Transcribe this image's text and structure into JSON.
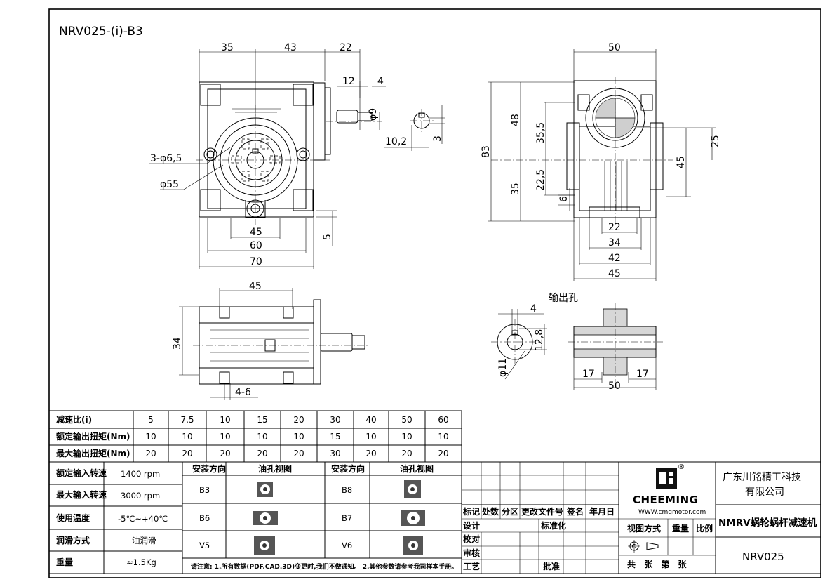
{
  "title": "NRV025-(i)-B3",
  "front_view": {
    "dims_top": [
      "35",
      "43",
      "22"
    ],
    "dim_12": "12",
    "dim_4": "4",
    "dim_phi9": "φ9",
    "dim_3": "3",
    "dim_10_2": "10,2",
    "hole_label": "3-φ6,5",
    "circle_label": "φ55",
    "dims_bottom": [
      "45",
      "60",
      "70"
    ],
    "dim_5": "5"
  },
  "side_view": {
    "dim_top": "50",
    "dim_83": "83",
    "dim_48": "48",
    "dim_35_5": "35,5",
    "dim_35": "35",
    "dim_22_5": "22,5",
    "dim_6": "6",
    "dim_25": "25",
    "dim_45": "45",
    "dims_bottom": [
      "22",
      "34",
      "42",
      "45"
    ]
  },
  "bottom_view": {
    "dim_top": "45",
    "dim_34": "34",
    "dim_4_6": "4-6"
  },
  "output_hole": {
    "label": "输出孔",
    "dim_4": "4",
    "dim_12_8": "12,8",
    "dim_phi11": "φ11",
    "dims": [
      "17",
      "50",
      "17"
    ]
  },
  "ratio_table": {
    "rows": [
      {
        "label": "减速比(i)",
        "values": [
          "5",
          "7.5",
          "10",
          "15",
          "20",
          "30",
          "40",
          "50",
          "60"
        ]
      },
      {
        "label": "额定输出扭矩(Nm)",
        "values": [
          "10",
          "10",
          "10",
          "10",
          "10",
          "15",
          "10",
          "10",
          "10"
        ]
      },
      {
        "label": "最大输出扭矩(Nm)",
        "values": [
          "20",
          "20",
          "20",
          "20",
          "20",
          "30",
          "20",
          "20",
          "20"
        ]
      }
    ]
  },
  "spec_table": {
    "rows": [
      {
        "label": "额定输入转速",
        "value": "1400 rpm"
      },
      {
        "label": "最大输入转速",
        "value": "3000 rpm"
      },
      {
        "label": "使用温度",
        "value": "-5℃~+40℃"
      },
      {
        "label": "润滑方式",
        "value": "油润滑"
      },
      {
        "label": "重量",
        "value": "≈1.5Kg"
      }
    ]
  },
  "mount_table": {
    "header_dir": "安装方向",
    "header_view": "油孔视图",
    "left": [
      "B3",
      "B6",
      "V5"
    ],
    "right": [
      "B8",
      "B7",
      "V6"
    ],
    "note": "请注意: 1.所有数据(PDF.CAD.3D)变更时,我们不做通知。 2.其他参数请参考我司样本手册。"
  },
  "title_block": {
    "rev_headers": [
      "标记",
      "处数",
      "分区",
      "更改文件号",
      "签名",
      "年月日"
    ],
    "row_labels": [
      "设计",
      "校对",
      "审核",
      "工艺"
    ],
    "std_label": "标准化",
    "approve_label": "批准",
    "logo_text": "CHEEMING",
    "registered": "®",
    "website": "WWW.cmgmotor.com",
    "view_label": "视图方式",
    "weight_label": "重量",
    "scale_label": "比例",
    "sheet_text": "共 张 第 张",
    "company": "广东川铭精工科技有限公司",
    "company_line1": "广东川铭精工科技",
    "company_line2": "有限公司",
    "product": "NMRV蜗轮蜗杆减速机",
    "model": "NRV025"
  }
}
